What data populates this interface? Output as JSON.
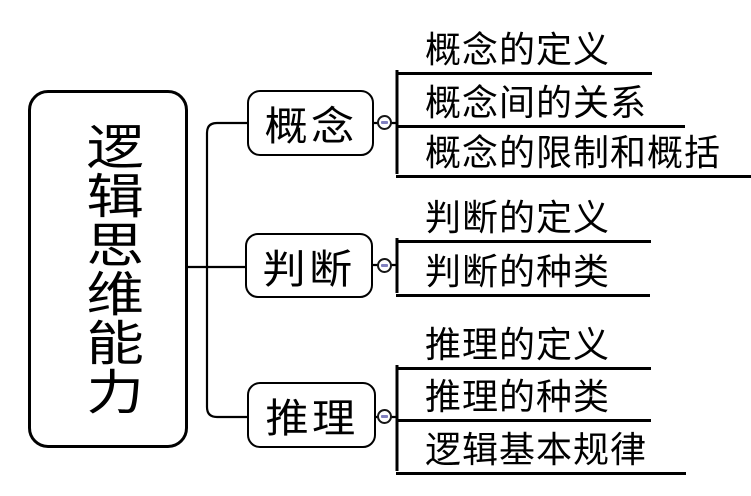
{
  "root": {
    "label": "逻辑思维能力"
  },
  "branches": [
    {
      "label": "概念",
      "collapse_icon": "minus-circle",
      "children": [
        "概念的定义",
        "概念间的关系",
        "概念的限制和概括"
      ]
    },
    {
      "label": "判断",
      "collapse_icon": "minus-circle",
      "children": [
        "判断的定义",
        "判断的种类"
      ]
    },
    {
      "label": "推理",
      "collapse_icon": "minus-circle",
      "children": [
        "推理的定义",
        "推理的种类",
        "逻辑基本规律"
      ]
    }
  ],
  "colors": {
    "line": "#000000",
    "background": "#ffffff",
    "collapse_minus": "#8080c0"
  }
}
